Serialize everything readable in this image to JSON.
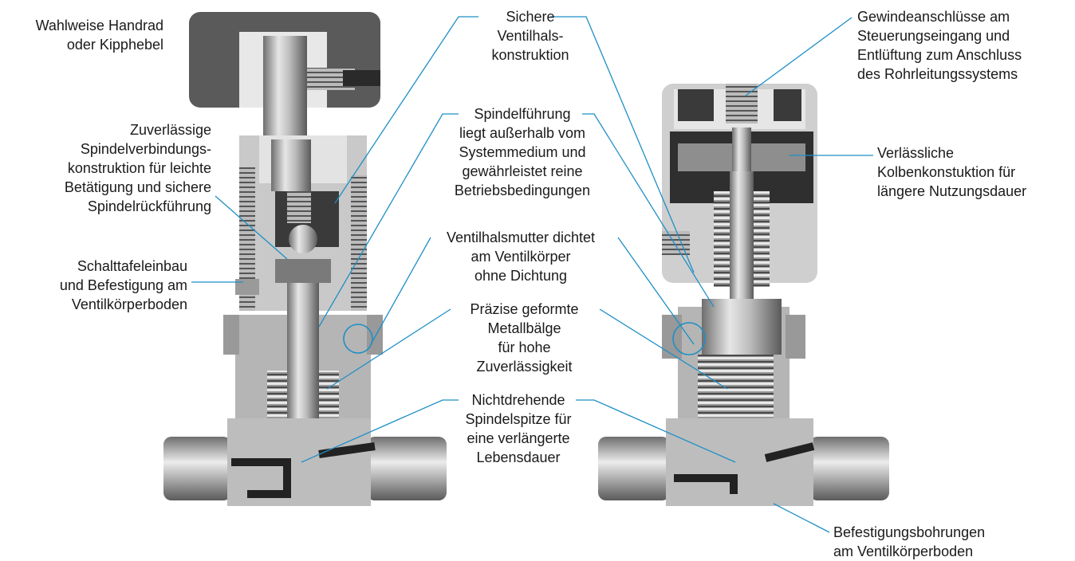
{
  "labels": {
    "handwheel": "Wahlweise Handrad\noder Kipphebel",
    "stem_connection": "Zuverlässige\nSpindelverbindungs-\nkonstruktion für leichte\nBetätigung und sichere\nSpindelrückführung",
    "panel_mount": "Schalttafeleinbau\nund Befestigung am\nVentilkörperboden",
    "bonnet": "Sichere\nVentilhals-\nkonstruktion",
    "stem_guide": "Spindelführung\nliegt außerhalb vom\nSystemmedium und\ngewährleistet reine\nBetriebsbedingungen",
    "bonnet_nut": "Ventilhalsmutter dichtet\nam Ventilkörper\nohne Dichtung",
    "bellows": "Präzise geformte\nMetallbälge\nfür hohe\nZuverlässigkeit",
    "stem_tip": "Nichtdrehende\nSpindelspitze für\neine verlängerte\nLebensdauer",
    "threaded_ports": "Gewindeanschlüsse am\nSteuerungseingang und\nEntlüftung zum Anschluss\ndes Rohrleitungssystems",
    "piston": "Verlässliche\nKolbenkonstuktion für\nlängere Nutzungsdauer",
    "mount_holes": "Befestigungsbohrungen\nam Ventilkörperboden"
  },
  "colors": {
    "leader": "#1e8fc6",
    "metal_dark": "#3a3a3a",
    "metal_mid": "#8c8c8c",
    "metal_light": "#d9d9d9"
  }
}
